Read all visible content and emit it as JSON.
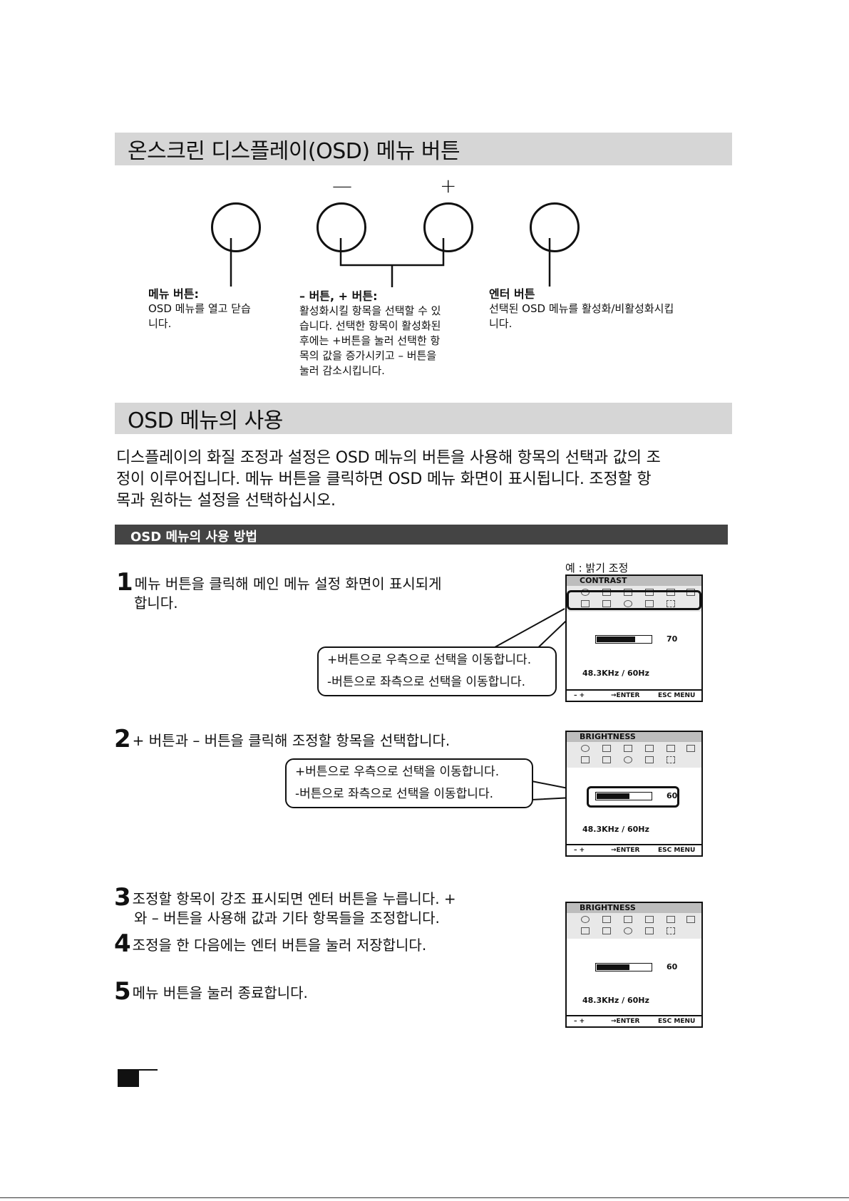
{
  "section1": {
    "title": "온스크린 디스플레이(OSD) 메뉴 버튼"
  },
  "buttons": {
    "minus_sign": "—",
    "plus_sign": "+"
  },
  "captions": {
    "menu": {
      "head": "메뉴 버튼:",
      "lines": [
        "OSD 메뉴를 열고 닫습",
        "니다."
      ]
    },
    "plusminus": {
      "head": "– 버튼, + 버튼:",
      "lines": [
        "활성화시킬 항목을 선택할 수 있",
        "습니다. 선택한 항목이 활성화된",
        "후에는 +버튼을 눌러 선택한 항",
        "목의 값을 증가시키고 – 버튼을",
        "눌러 감소시킵니다."
      ]
    },
    "enter": {
      "head": "엔터 버튼",
      "lines": [
        "선택된 OSD 메뉴를 활성화/비활성화시킵",
        "니다."
      ]
    }
  },
  "section2": {
    "title": "OSD 메뉴의 사용"
  },
  "intro": [
    "디스플레이의 화질 조정과 설정은 OSD 메뉴의 버튼을 사용해 항목의 선택과 값의 조",
    "정이 이루어집니다. 메뉴 버튼을 클릭하면 OSD 메뉴 화면이 표시됩니다. 조정할 항",
    "목과 원하는 설정을 선택하십시오."
  ],
  "subsection": {
    "title": "OSD 메뉴의 사용 방법"
  },
  "example_label": "예 : 밝기 조정",
  "steps": [
    {
      "num": "1",
      "lines": [
        "메뉴 버튼을 클릭해 메인 메뉴 설정 화면이 표시되게",
        "합니다."
      ]
    },
    {
      "num": "2",
      "lines": [
        "+ 버튼과 – 버튼을 클릭해 조정할 항목을 선택합니다."
      ]
    },
    {
      "num": "3",
      "lines": [
        "조정할 항목이 강조 표시되면 엔터 버튼을 누릅니다. +",
        "와 – 버튼을 사용해 값과 기타 항목들을 조정합니다."
      ]
    },
    {
      "num": "4",
      "lines": [
        "조정을 한 다음에는 엔터 버튼을 눌러 저장합니다."
      ]
    },
    {
      "num": "5",
      "lines": [
        "메뉴 버튼을 눌러 종료합니다."
      ]
    }
  ],
  "notes": {
    "n1": [
      "+버튼으로 우측으로 선택을 이동합니다.",
      "-버튼으로 좌측으로 선택을 이동합니다."
    ],
    "n2": [
      "+버튼으로 우측으로 선택을 이동합니다.",
      "-버튼으로 좌측으로 선택을 이동합니다."
    ]
  },
  "osd_screens": [
    {
      "title": "CONTRAST",
      "value": "70",
      "level": 70,
      "freq": "48.3KHz  /    60Hz",
      "foot_left": "– +",
      "foot_mid": "→ENTER",
      "foot_right": "ESC MENU"
    },
    {
      "title": "BRIGHTNESS",
      "value": "60",
      "level": 60,
      "freq": "48.3KHz  /    60Hz",
      "foot_left": "– +",
      "foot_mid": "→ENTER",
      "foot_right": "ESC MENU"
    },
    {
      "title": "BRIGHTNESS",
      "value": "60",
      "level": 60,
      "freq": "48.3KHz  /    60Hz",
      "foot_left": "– +",
      "foot_mid": "→ENTER",
      "foot_right": "ESC MENU"
    }
  ]
}
